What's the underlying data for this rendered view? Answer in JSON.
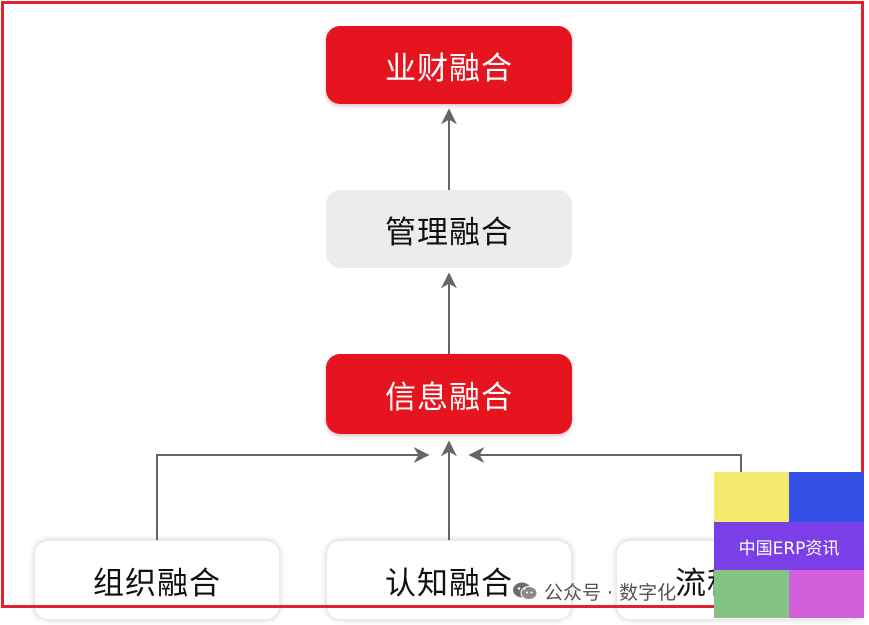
{
  "diagram": {
    "nodes": {
      "top": "业财融合",
      "management": "管理融合",
      "information": "信息融合",
      "bottom_left": "组织融合",
      "bottom_center": "认知融合",
      "bottom_right": "流程"
    },
    "colors": {
      "accent_red": "#e5141f",
      "grey_box": "#ececec",
      "frame_red": "#e1222d",
      "arrow": "#666666"
    }
  },
  "watermark": {
    "icon": "wechat-icon",
    "text": "公众号 · 数字化"
  },
  "logo": {
    "text": "中国ERP资讯",
    "colors": [
      "#f2e96d",
      "#3550e6",
      "#84c482",
      "#d45fdc",
      "#7a3fe6"
    ]
  }
}
